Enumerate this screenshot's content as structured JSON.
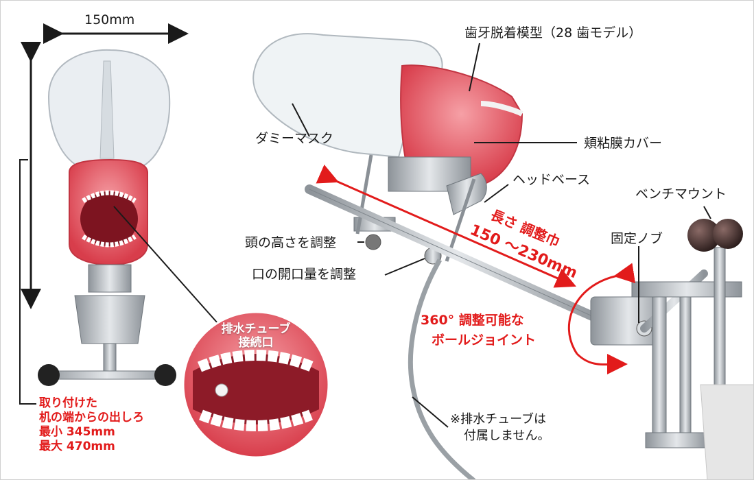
{
  "colors": {
    "accent_red": "#e21b1b",
    "gum_pink": "#ea5a66",
    "steel": "#b9bec3",
    "steel_dark": "#7f868c",
    "mask_clear": "#e8eef3",
    "knob_dark": "#3a2a28"
  },
  "dimensions": {
    "width": "150mm",
    "mount_note": [
      "取り付けた",
      "机の端からの出しろ",
      "最小 345mm",
      "最大 470mm"
    ]
  },
  "callouts": {
    "teeth_model": "歯牙脱着模型（28 歯モデル）",
    "dummy_mask": "ダミーマスク",
    "cheek_cover": "頬粘膜カバー",
    "head_base": "ヘッドベース",
    "length_adjust": [
      "長さ 調整巾",
      "150 ～230mm"
    ],
    "bench_mount": "ベンチマウント",
    "fixing_knob": "固定ノブ",
    "head_height": "頭の高さを調整",
    "mouth_opening": "口の開口量を調整",
    "ball_joint": [
      "360°  調整可能な",
      "ボールジョイント"
    ],
    "drain_note": [
      "※排水チューブは",
      "付属しません。"
    ],
    "drain_port": [
      "排水チューブ",
      "接続口"
    ]
  }
}
